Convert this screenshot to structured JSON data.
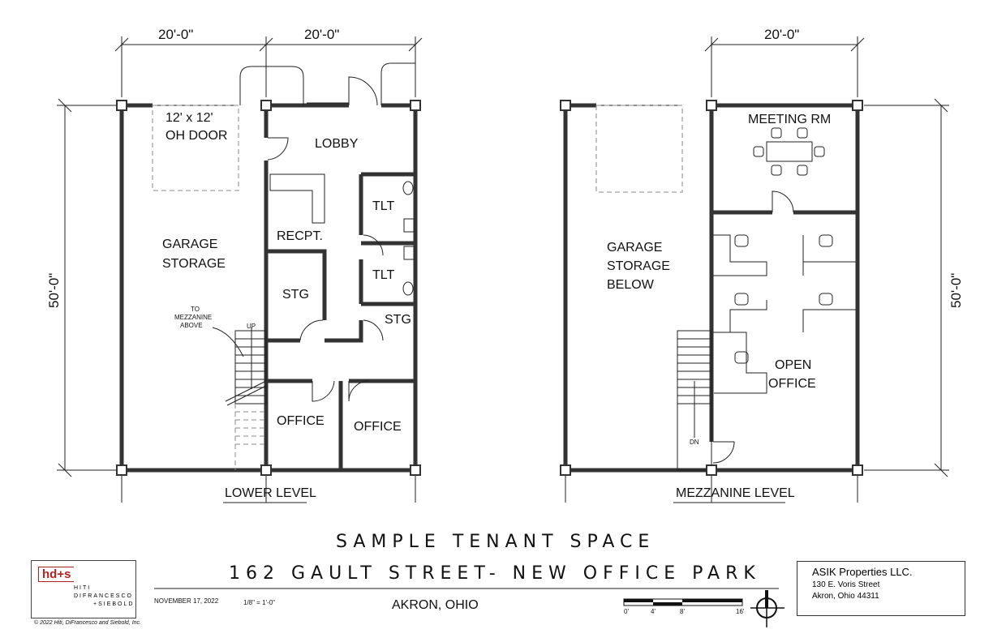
{
  "dimensions": {
    "left_a": "20'-0\"",
    "left_b": "20'-0\"",
    "left_height": "50'-0\"",
    "right_top": "20'-0\"",
    "right_height": "50'-0\""
  },
  "lower_level": {
    "caption": "LOWER LEVEL",
    "rooms": {
      "oh_door_1": "12' x 12'",
      "oh_door_2": "OH DOOR",
      "lobby": "LOBBY",
      "garage_1": "GARAGE",
      "garage_2": "STORAGE",
      "recept": "RECPT.",
      "tlt1": "TLT",
      "tlt2": "TLT",
      "stg1": "STG",
      "stg2": "STG",
      "office1": "OFFICE",
      "office2": "OFFICE",
      "note_1": "TO",
      "note_2": "MEZZANINE",
      "note_3": "ABOVE",
      "up": "UP"
    }
  },
  "mezzanine": {
    "caption": "MEZZANINE LEVEL",
    "rooms": {
      "meeting": "MEETING RM",
      "garage_1": "GARAGE",
      "garage_2": "STORAGE",
      "garage_3": "BELOW",
      "open_1": "OPEN",
      "open_2": "OFFICE",
      "dn": "DN"
    }
  },
  "title": {
    "line1": "SAMPLE TENANT SPACE",
    "line2": "162 GAULT STREET- NEW OFFICE PARK",
    "city": "AKRON, OHIO",
    "date": "NOVEMBER 17, 2022",
    "scale": "1/8\" = 1'-0\""
  },
  "scale_bar": {
    "ticks": [
      "0'",
      "4'",
      "8'",
      "16'"
    ]
  },
  "logo": {
    "mark": "hd+s",
    "line1": "HITI",
    "line2": "DIFRANCESCO",
    "line3": "+SIEBOLD",
    "copyright": "© 2022 Hiti, DiFrancesco and Siebold, Inc."
  },
  "owner": {
    "name": "ASIK Properties LLC.",
    "street": "130 E. Voris Street",
    "city": "Akron, Ohio 44311"
  },
  "colors": {
    "logo_red": "#b22222",
    "wall": "#333333"
  }
}
